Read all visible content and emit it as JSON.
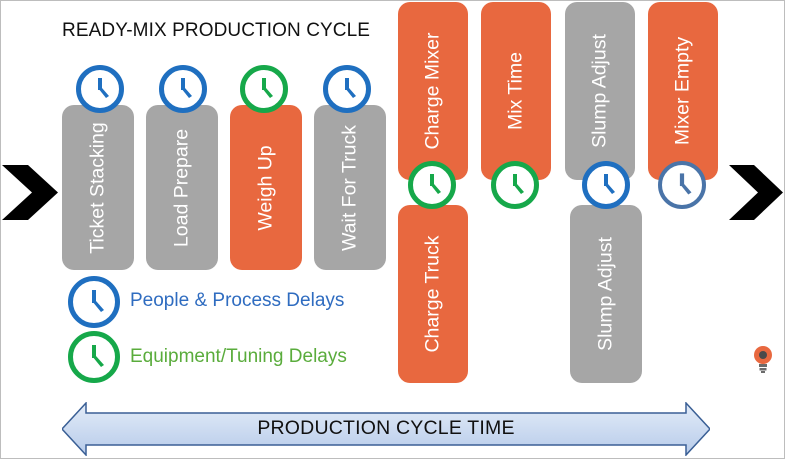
{
  "title": "READY-MIX PRODUCTION CYCLE",
  "colors": {
    "gray_bar": "#a6a6a6",
    "orange_bar": "#e8683f",
    "people_clock": "#1f6fc0",
    "equipment_clock": "#16a84a",
    "chevron": "#000000"
  },
  "steps": [
    {
      "label": "Ticket Stacking",
      "color": "gray",
      "delay": "people"
    },
    {
      "label": "Load Prepare",
      "color": "gray",
      "delay": "people"
    },
    {
      "label": "Weigh Up",
      "color": "orange",
      "delay": "equipment"
    },
    {
      "label": "Wait For Truck",
      "color": "gray",
      "delay": "people"
    },
    {
      "label": "Charge Mixer",
      "color": "orange",
      "delay": "equipment"
    },
    {
      "label": "Charge Truck",
      "color": "orange",
      "delay": "equipment"
    },
    {
      "label": "Mix Time",
      "color": "orange",
      "delay": "equipment"
    },
    {
      "label": "Slump Adjust",
      "color": "gray",
      "delay": "people"
    },
    {
      "label": "Slump Adjust",
      "color": "gray",
      "delay": "people"
    },
    {
      "label": "Mixer Empty",
      "color": "orange",
      "delay": "people"
    }
  ],
  "legend": {
    "people": "People & Process Delays",
    "equipment": "Equipment/Tuning Delays"
  },
  "cycle_arrow": "PRODUCTION CYCLE TIME",
  "icons": [
    "clock-icon",
    "chevron-right-icon",
    "lightbulb-gear-icon"
  ]
}
